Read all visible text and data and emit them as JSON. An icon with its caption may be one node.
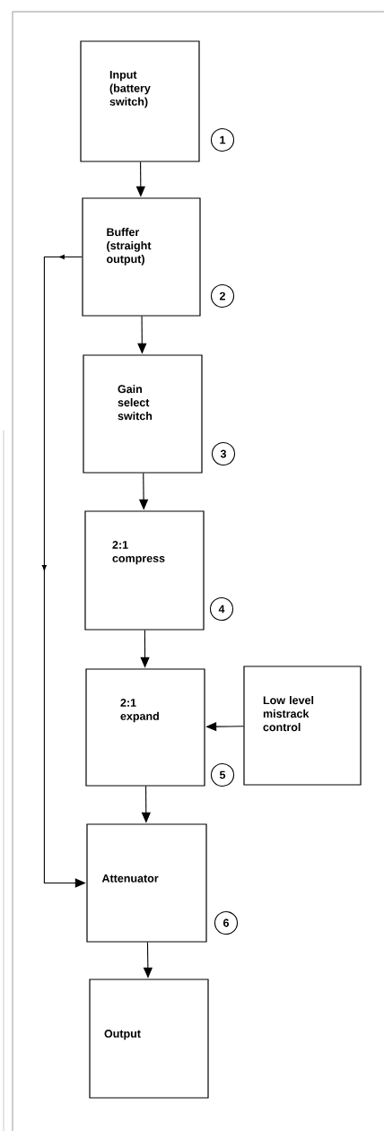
{
  "diagram": {
    "nodes": [
      {
        "text": [
          "Input (battery switch)"
        ],
        "beside": [
          "1"
        ]
      },
      {
        "text": [
          "Buffer (straight output)"
        ],
        "beside": [
          "2"
        ]
      },
      {
        "text": [
          "Gain select switch"
        ],
        "beside": [
          "3"
        ]
      },
      {
        "text": [
          "2:1 compress"
        ],
        "beside": [
          "4"
        ]
      },
      {
        "text": [
          "2:1 expand"
        ],
        "beside": [
          "5"
        ]
      },
      {
        "text": [
          "Attenuator"
        ],
        "beside": [
          "6"
        ]
      },
      {
        "text": [
          "Output"
        ]
      },
      {
        "text": [
          "Low level mistrack control"
        ]
      }
    ],
    "edges": [
      {
        "from": 0,
        "to": 1,
        "arrow": "to"
      },
      {
        "from": 1,
        "to": 2,
        "arrow": "to"
      },
      {
        "from": 2,
        "to": 3,
        "arrow": "to"
      },
      {
        "from": 3,
        "to": 4,
        "arrow": "to"
      },
      {
        "from": 4,
        "to": 5,
        "arrow": "to"
      },
      {
        "from": 5,
        "to": 6,
        "arrow": "to"
      },
      {
        "from": 7,
        "to": 4,
        "arrow": "to"
      },
      {
        "from": 1,
        "to": 5,
        "arrow": "to"
      }
    ]
  }
}
